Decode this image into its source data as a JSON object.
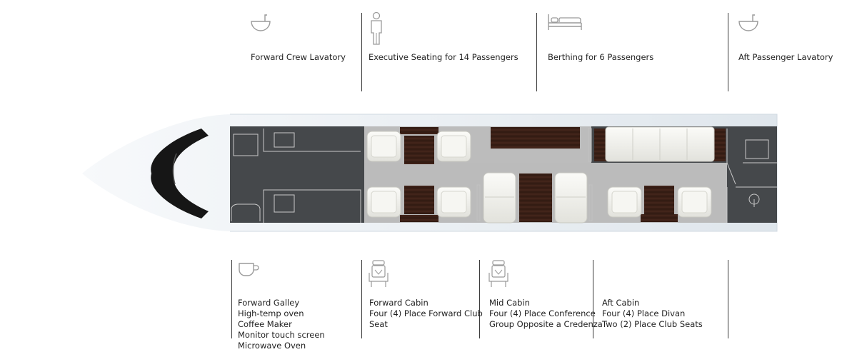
{
  "top_features": [
    {
      "icon": "sink-icon",
      "label": "Forward Crew Lavatory"
    },
    {
      "icon": "person-icon",
      "label": "Executive Seating for 14 Passengers"
    },
    {
      "icon": "bed-icon",
      "label": "Berthing for 6 Passengers"
    },
    {
      "icon": "sink-icon",
      "label": "Aft Passenger Lavatory"
    }
  ],
  "bottom_features": [
    {
      "icon": "coffee-cup-icon",
      "lines": [
        "Forward Galley",
        "High-temp oven",
        "Coffee Maker",
        "Monitor touch screen",
        "Microwave Oven"
      ]
    },
    {
      "icon": "seat-icon",
      "lines": [
        "Forward Cabin",
        "Four (4) Place Forward Club",
        "Seat"
      ]
    },
    {
      "icon": "seat-icon",
      "lines": [
        "Mid Cabin",
        "Four (4) Place Conference",
        "Group Opposite a Credenza"
      ]
    },
    {
      "icon": "",
      "lines": [
        "Aft Cabin",
        "Four (4) Place Divan",
        "Two (2) Place Club Seats"
      ]
    }
  ],
  "colors": {
    "fuselage": "#e9eef3",
    "cabin_dark": "#45484b",
    "cabin_floor": "#b8b8b8",
    "wood": "#3a1f16",
    "seat": "#efefea",
    "icon": "#9a9a9a"
  }
}
